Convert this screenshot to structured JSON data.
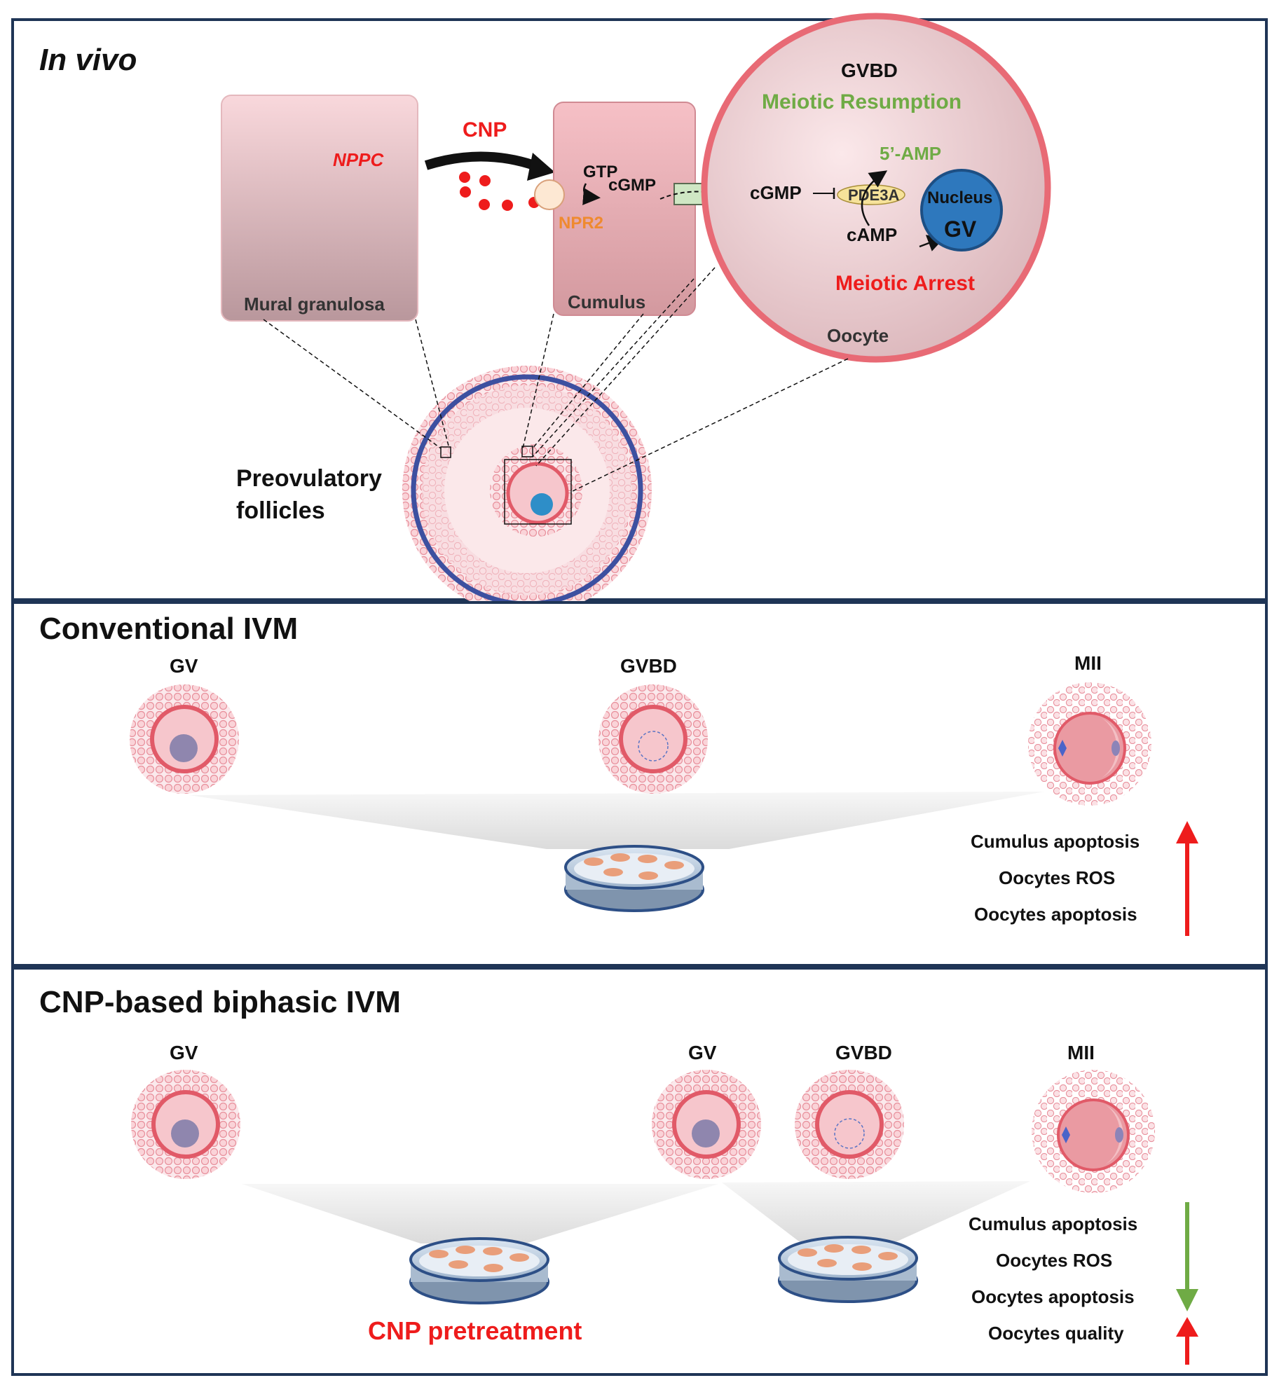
{
  "panel_invivo": {
    "title": "In vivo",
    "mural_label": "Mural granulosa",
    "nppc_label": "NPPC",
    "cnp_label": "CNP",
    "gtp_label": "GTP",
    "cgmp_label": "cGMP",
    "npr2_label": "NPR2",
    "cumulus_label": "Cumulus",
    "oocyte": {
      "gvbd_label": "GVBD",
      "resumption_label": "Meiotic Resumption",
      "amp_label": "5’-AMP",
      "cgmp_label": "cGMP",
      "pde3a_label": "PDE3A",
      "camp_label": "cAMP",
      "nucleus_label": "Nucleus",
      "gv_label": "GV",
      "arrest_label": "Meiotic Arrest",
      "oocyte_label": "Oocyte"
    },
    "follicle_label_line1": "Preovulatory",
    "follicle_label_line2": "follicles"
  },
  "panel_conventional": {
    "title": "Conventional IVM",
    "stage_gv": "GV",
    "stage_gvbd": "GVBD",
    "stage_mii": "MII",
    "outcome_1": "Cumulus apoptosis",
    "outcome_2": "Oocytes ROS",
    "outcome_3": "Oocytes apoptosis"
  },
  "panel_biphasic": {
    "title": "CNP-based biphasic IVM",
    "stage_gv_1": "GV",
    "stage_gv_2": "GV",
    "stage_gvbd": "GVBD",
    "stage_mii": "MII",
    "pretreatment_label": "CNP pretreatment",
    "outcome_1": "Cumulus apoptosis",
    "outcome_2": "Oocytes ROS",
    "outcome_3": "Oocytes apoptosis",
    "outcome_4": "Oocytes quality"
  },
  "colors": {
    "border": "#1f3556",
    "red": "#ee1c1c",
    "green": "#6fab45",
    "orange": "#ef8a2f",
    "blue": "#2e6fb3",
    "pink": "#f5b8bf"
  }
}
